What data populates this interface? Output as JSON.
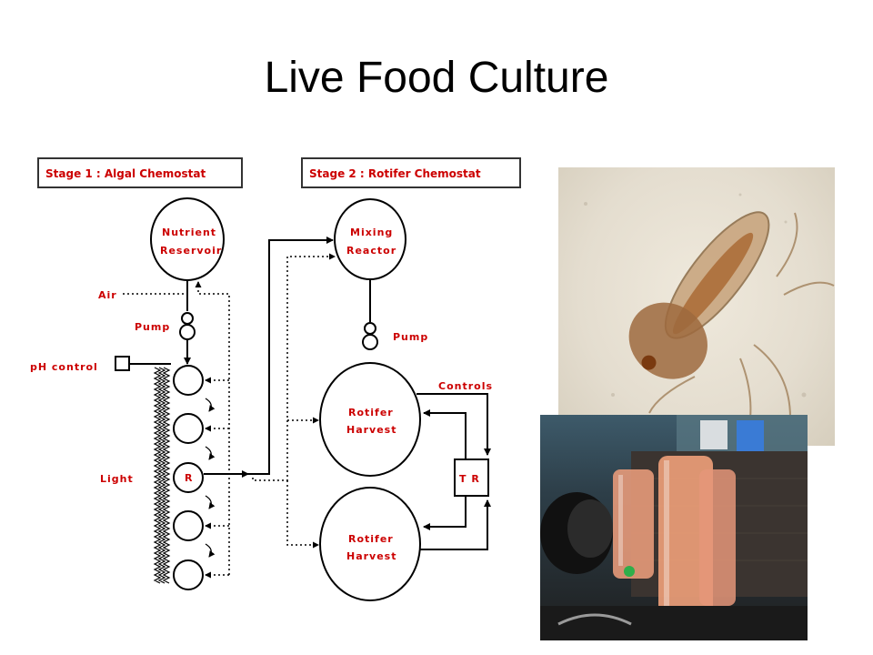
{
  "slide": {
    "title": "Live Food Culture"
  },
  "diagram": {
    "stage1_header": "Stage 1 : Algal Chemostat",
    "stage2_header": "Stage 2 : Rotifer Chemostat",
    "nutrient_line1": "Nutrient",
    "nutrient_line2": "Reservoir",
    "mixing_line1": "Mixing",
    "mixing_line2": "Reactor",
    "air": "Air",
    "pump_left": "Pump",
    "pump_right": "Pump",
    "ph_control": "pH control",
    "light": "Light",
    "reactor_r": "R",
    "controls": "Controls",
    "harvest1_line1": "Rotifer",
    "harvest1_line2": "Harvest",
    "harvest2_line1": "Rotifer",
    "harvest2_line2": "Harvest",
    "tr": "T R"
  },
  "photos": {
    "top": "rotifer-microscope-photo",
    "bottom": "rotifer-culture-bottles-photo"
  }
}
